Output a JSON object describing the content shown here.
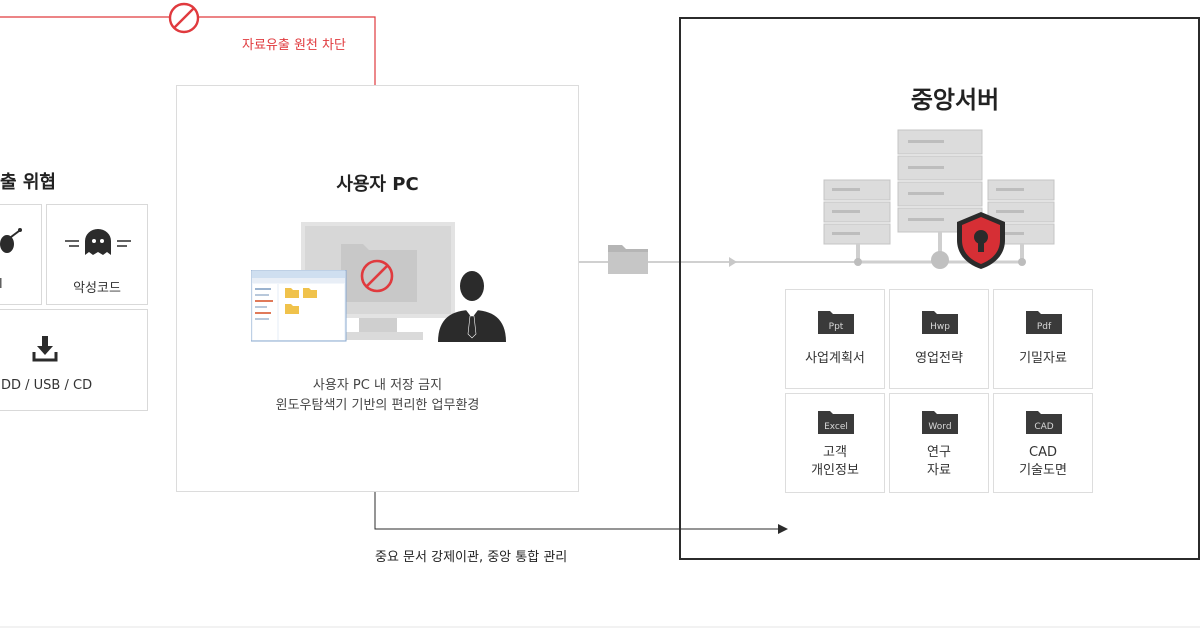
{
  "block_path": {
    "label": "자료유출 원천 차단"
  },
  "threat_panel": {
    "title": "출 위협",
    "items": [
      {
        "label": "l",
        "icon": "bug-icon"
      },
      {
        "label": "악성코드",
        "icon": "ghost-icon"
      },
      {
        "label": "DD / USB / CD",
        "icon": "download-icon"
      }
    ]
  },
  "user_pc": {
    "title": "사용자 PC",
    "desc_line1": "사용자 PC 내 저장 금지",
    "desc_line2": "윈도우탐색기 기반의 편리한 업무환경"
  },
  "transfer": {
    "label": "중요 문서 강제이관, 중앙 통합 관리"
  },
  "central_server": {
    "title": "중앙서버",
    "docs": [
      {
        "type": "Ppt",
        "label": "사업계획서"
      },
      {
        "type": "Hwp",
        "label": "영업전략"
      },
      {
        "type": "Pdf",
        "label": "기밀자료"
      },
      {
        "type": "Excel",
        "label": "고객\n개인정보"
      },
      {
        "type": "Word",
        "label": "연구\n자료"
      },
      {
        "type": "CAD",
        "label": "CAD\n기술도면"
      }
    ]
  },
  "colors": {
    "accent_red": "#e03a3e",
    "line_gray": "#c8c8c8",
    "dark": "#2b2b2b"
  }
}
